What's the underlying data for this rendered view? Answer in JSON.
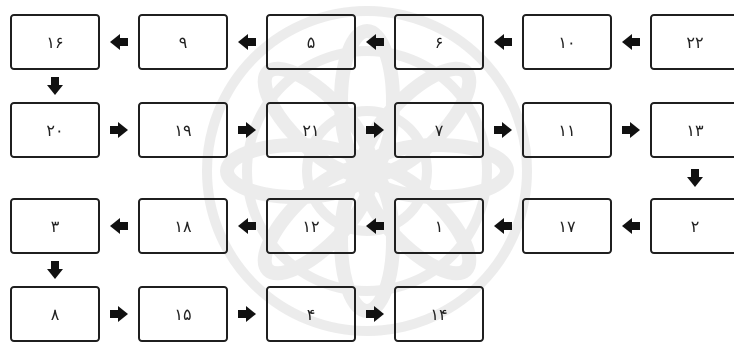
{
  "diagram": {
    "rows": [
      {
        "direction": "right-to-left",
        "nodes": [
          "۲۲",
          "۱۰",
          "۶",
          "۵",
          "۹",
          "۱۶"
        ]
      },
      {
        "direction": "left-to-right",
        "nodes": [
          "۲۰",
          "۱۹",
          "۲۱",
          "۷",
          "۱۱",
          "۱۳"
        ]
      },
      {
        "direction": "right-to-left",
        "nodes": [
          "۲",
          "۱۷",
          "۱",
          "۱۲",
          "۱۸",
          "۳"
        ]
      },
      {
        "direction": "left-to-right",
        "nodes": [
          "۸",
          "۱۵",
          "۴",
          "۱۴"
        ]
      }
    ],
    "connector_color": "#111111",
    "watermark_color": "#ececec"
  }
}
